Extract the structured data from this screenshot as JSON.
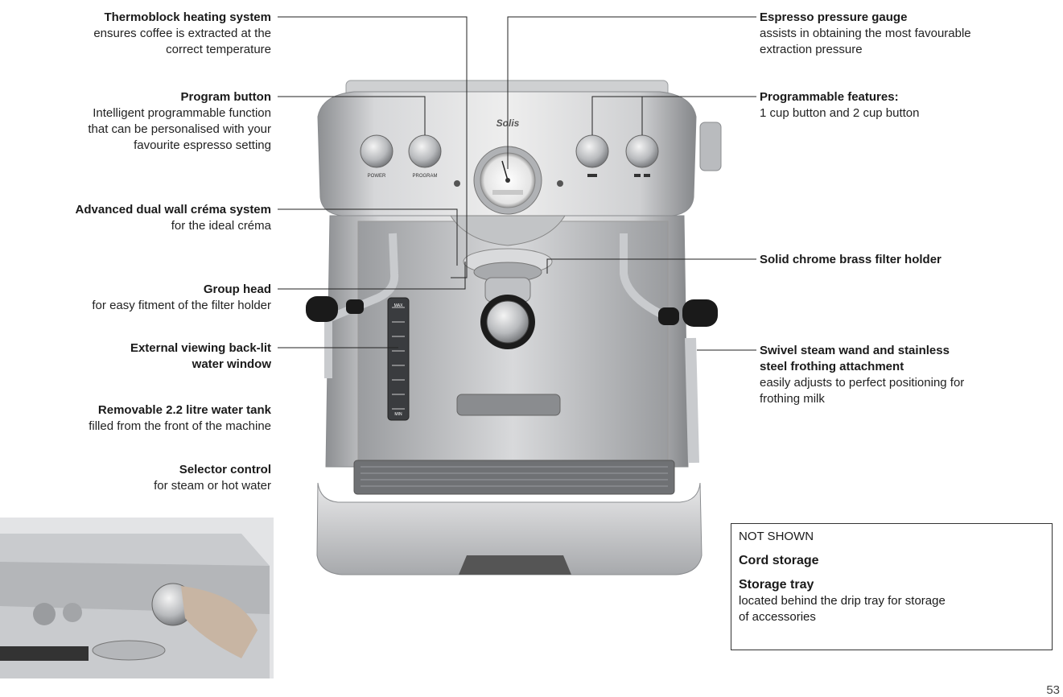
{
  "left_labels": [
    {
      "title": "Thermoblock heating system",
      "desc": [
        "ensures coffee is extracted at the",
        "correct temperature"
      ]
    },
    {
      "title": "Program button",
      "desc": [
        "Intelligent programmable function",
        "that can be personalised with your",
        "favourite espresso setting"
      ]
    },
    {
      "title": "Advanced dual wall créma system",
      "desc": [
        "for the ideal créma"
      ]
    },
    {
      "title": "Group head",
      "desc": [
        "for easy fitment of the filter holder"
      ]
    },
    {
      "title": "External viewing back-lit",
      "title2": "water window",
      "desc": []
    },
    {
      "title": "Removable 2.2 litre water tank",
      "desc": [
        "filled from the front of the machine"
      ]
    },
    {
      "title": "Selector control",
      "desc": [
        "for steam or hot water"
      ]
    }
  ],
  "right_labels": [
    {
      "title": "Espresso pressure gauge",
      "desc": [
        "assists in obtaining the most favourable",
        "extraction pressure"
      ]
    },
    {
      "title": "Programmable features:",
      "desc": [
        "1 cup button and 2 cup button"
      ]
    },
    {
      "title": "Solid chrome brass filter holder",
      "desc": []
    },
    {
      "title": "Swivel steam wand and stainless",
      "title2": "steel frothing attachment",
      "desc": [
        "easily adjusts to perfect positioning for",
        "frothing milk"
      ]
    }
  ],
  "machine": {
    "buttons": [
      "POWER",
      "PROGRAM",
      "",
      ""
    ],
    "logo": "Solis",
    "water_window_marks": [
      "MAX",
      "",
      "",
      "",
      "",
      "",
      "",
      "MIN"
    ]
  },
  "not_shown": {
    "header": "NOT SHOWN",
    "item1": "Cord storage",
    "item2": "Storage tray",
    "item2_desc": [
      "located behind the drip tray for storage",
      "of accessories"
    ]
  },
  "page_number": "53"
}
